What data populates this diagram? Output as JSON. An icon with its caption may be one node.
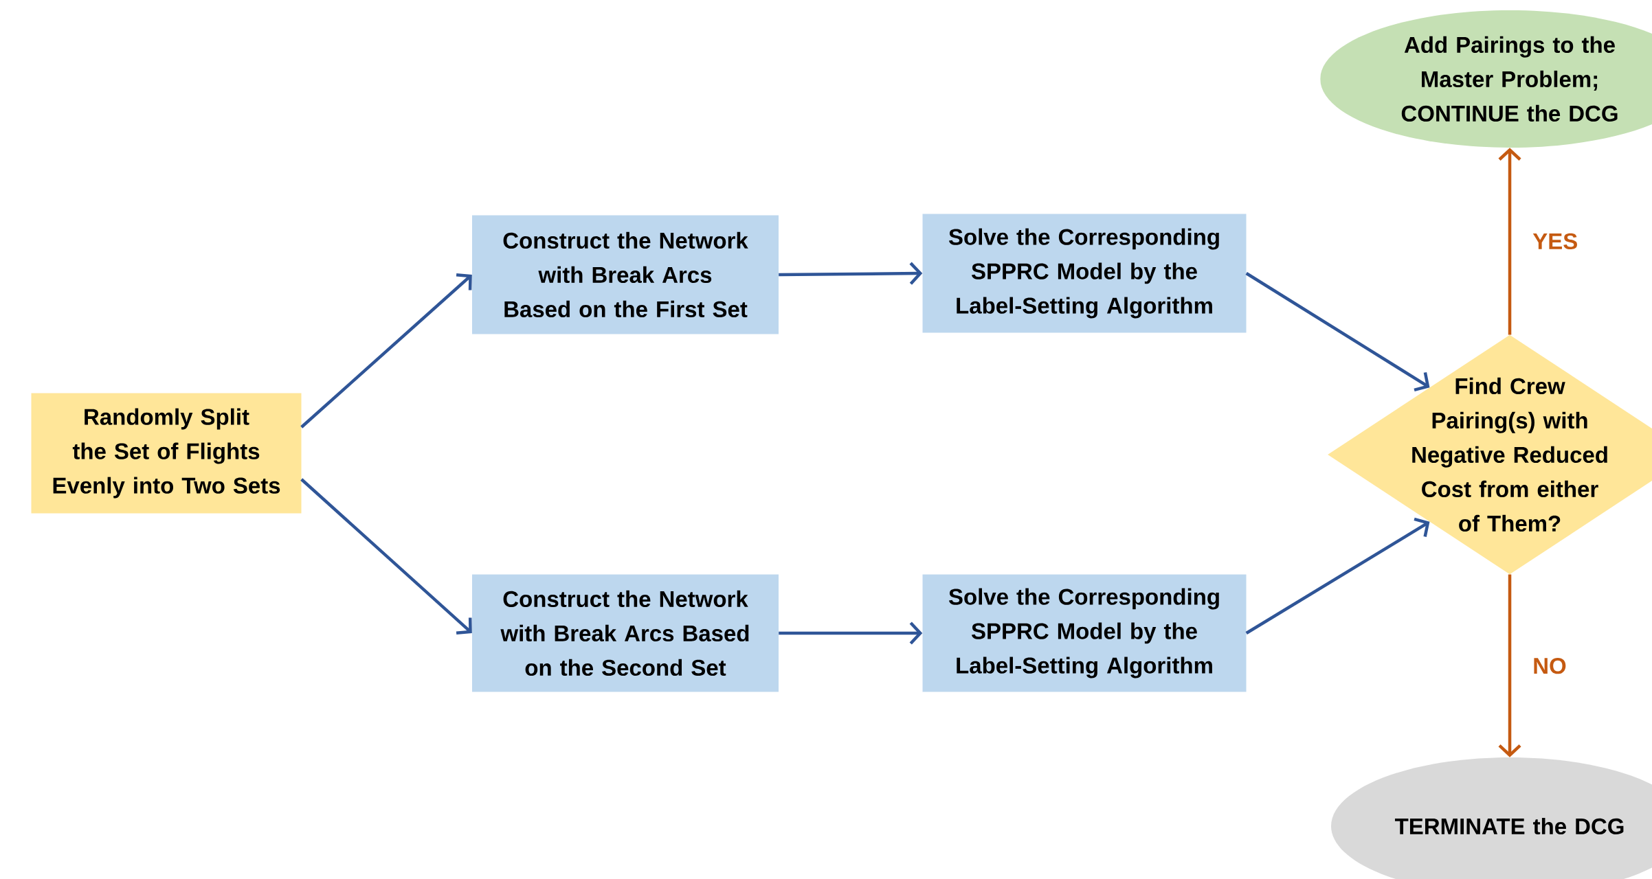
{
  "diagram": {
    "nodes": [
      {
        "text": [
          "Randomly Split the Set of Flights Evenly into Two Sets"
        ]
      },
      {
        "text": [
          "Construct the Network with Break Arcs Based on the First Set"
        ]
      },
      {
        "text": [
          "Solve the Corresponding SPPRC Model by the Label-Setting Algorithm"
        ]
      },
      {
        "text": [
          "Construct the Network with Break Arcs Based on the Second Set"
        ]
      },
      {
        "text": [
          "Solve the Corresponding SPPRC Model by the Label-Setting Algorithm"
        ]
      },
      {
        "text": [
          "Find Crew Pairing(s) with Negative Reduced Cost from either of Them?"
        ]
      },
      {
        "text": [
          "Add Pairings to the Master Problem; CONTINUE the DCG"
        ]
      },
      {
        "text": [
          "TERMINATE the DCG"
        ]
      }
    ],
    "edges": [
      {
        "from": 0,
        "to": 1,
        "arrow": "to"
      },
      {
        "from": 0,
        "to": 3,
        "arrow": "to"
      },
      {
        "from": 1,
        "to": 2,
        "arrow": "to"
      },
      {
        "from": 3,
        "to": 4,
        "arrow": "to"
      },
      {
        "from": 2,
        "to": 5,
        "arrow": "to"
      },
      {
        "from": 4,
        "to": 5,
        "arrow": "to"
      },
      {
        "from": 5,
        "to": 6,
        "arrow": "to",
        "label": "YES",
        "color": "#c55a11"
      },
      {
        "from": 5,
        "to": 7,
        "arrow": "to",
        "label": "NO",
        "color": "#c55a11"
      }
    ]
  }
}
